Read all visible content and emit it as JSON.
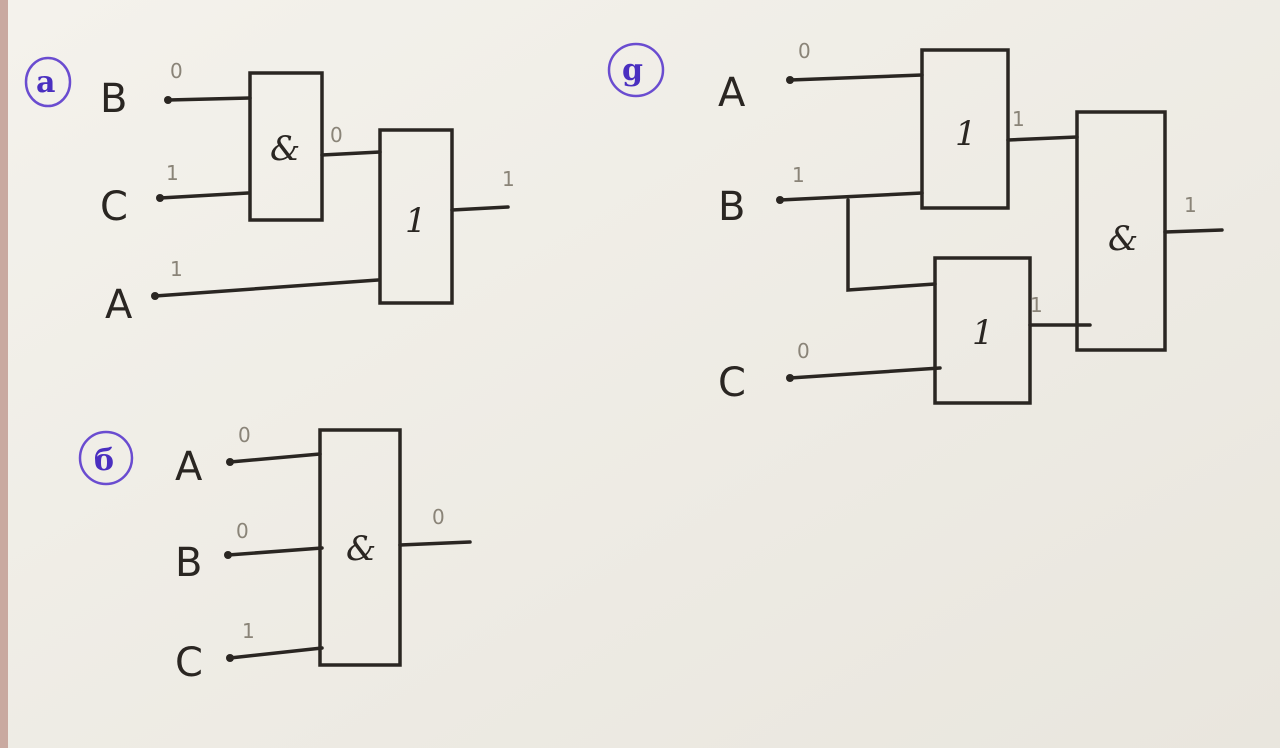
{
  "diagrams": [
    {
      "tag": "a",
      "inputs": {
        "B": "B",
        "C": "C",
        "A": "A"
      },
      "values": {
        "B": "0",
        "C": "1",
        "A": "1",
        "and_out": "0",
        "or_out": "1"
      },
      "gates": {
        "and": "&",
        "or": "1"
      }
    },
    {
      "tag": "б",
      "inputs": {
        "A": "A",
        "B": "B",
        "C": "C"
      },
      "values": {
        "A": "0",
        "B": "0",
        "C": "1",
        "and_out": "0"
      },
      "gates": {
        "and": "&"
      }
    },
    {
      "tag": "g",
      "inputs": {
        "A": "A",
        "B": "B",
        "C": "C"
      },
      "values": {
        "A": "0",
        "B": "1",
        "C": "0",
        "or1_out": "1",
        "or2_out": "1",
        "and_out": "1"
      },
      "gates": {
        "or1": "1",
        "or2": "1",
        "and": "&"
      }
    }
  ]
}
